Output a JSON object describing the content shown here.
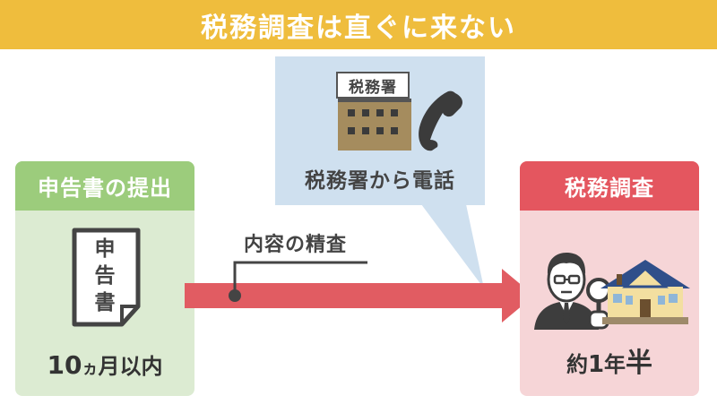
{
  "title": "税務調査は直ぐに来ない",
  "bubble": {
    "office_sign": "税務署",
    "caption": "税務署から電話"
  },
  "left_panel": {
    "heading": "申告書の提出",
    "document_lines": [
      "申",
      "告",
      "書"
    ],
    "footer_main": "10",
    "footer_small": "ヵ",
    "footer_rest": "月以内"
  },
  "arrow_label": "内容の精査",
  "right_panel": {
    "heading": "税務調査",
    "footer_prefix": "約",
    "footer_num": "1",
    "footer_mid": "年",
    "footer_big": "半"
  },
  "colors": {
    "banner": "#efbd3d",
    "bubble": "#cfe0ef",
    "left_head": "#9ccc7c",
    "left_body": "#dcebd2",
    "right_head": "#e4565f",
    "right_body": "#f6d5d7",
    "arrow": "#e15c62",
    "building": "#a58c5e"
  },
  "icons": [
    "tax-office-building-icon",
    "telephone-icon",
    "document-icon",
    "inspector-person-icon",
    "magnifier-icon",
    "house-icon"
  ]
}
